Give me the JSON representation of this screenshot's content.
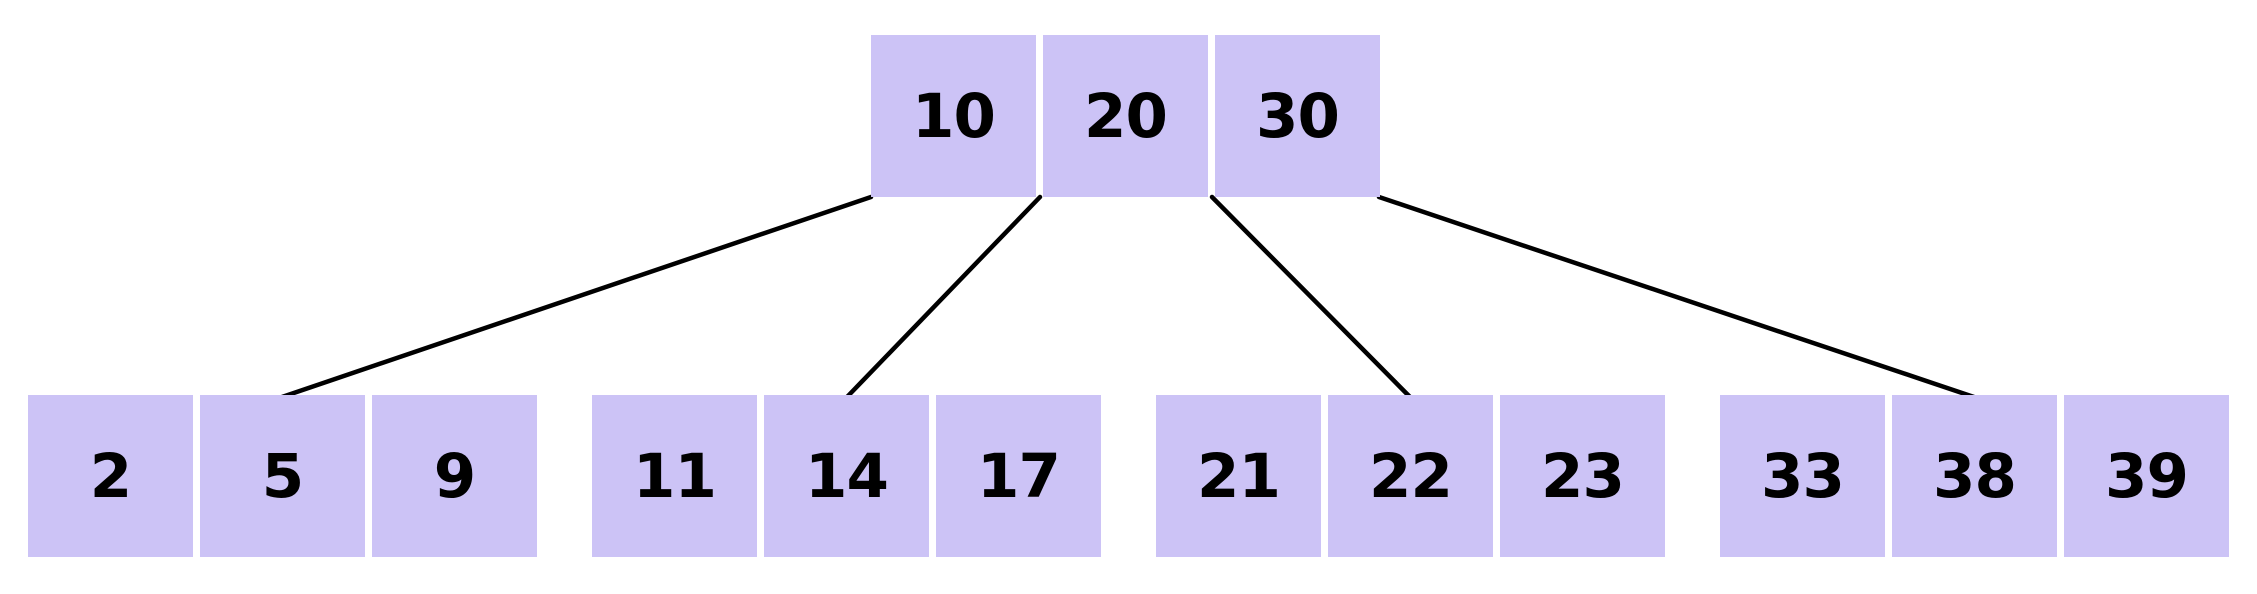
{
  "diagram": {
    "type": "b-tree",
    "colors": {
      "node_fill": "#CCC3F6",
      "key_text": "#000000",
      "edge_stroke": "#000000",
      "background": "#FFFFFF"
    },
    "tree": {
      "root": {
        "keys": [
          "10",
          "20",
          "30"
        ]
      },
      "children": [
        {
          "keys": [
            "2",
            "5",
            "9"
          ]
        },
        {
          "keys": [
            "11",
            "14",
            "17"
          ]
        },
        {
          "keys": [
            "21",
            "22",
            "23"
          ]
        },
        {
          "keys": [
            "33",
            "38",
            "39"
          ]
        }
      ]
    },
    "edges": [
      {
        "from": "root-left-of-key-10",
        "to": "child-node-0"
      },
      {
        "from": "root-between-keys-10-20",
        "to": "child-node-1"
      },
      {
        "from": "root-between-keys-20-30",
        "to": "child-node-2"
      },
      {
        "from": "root-right-of-key-30",
        "to": "child-node-3"
      }
    ]
  }
}
